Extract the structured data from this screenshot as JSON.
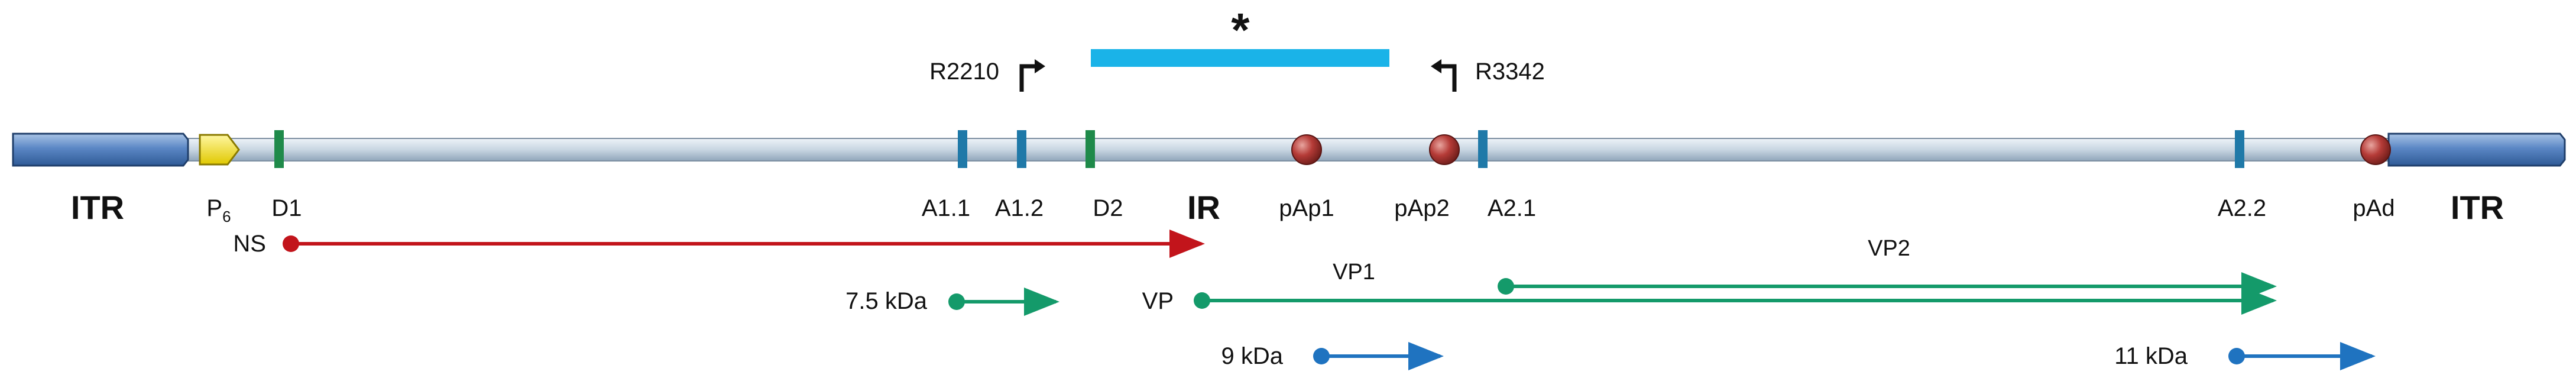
{
  "colors": {
    "itr": "#5b87c5",
    "backbone": "#c8d6e2",
    "promoter": "#f5e51d",
    "donor_site": "#1f8a4a",
    "acceptor_site": "#1f79a8",
    "polya_site": "#b53b37",
    "star_bar": "#1ab3e8",
    "ns_arrow": "#c2141b",
    "vp_arrow": "#149a6a",
    "small_arrow": "#1f73c0"
  },
  "icons": {
    "promoter": "promoter-arrow-icon",
    "primer": "primer-flag-icon",
    "polya": "polya-sphere-icon"
  },
  "marker": {
    "star": "*"
  },
  "primers": {
    "forward": "R2210",
    "reverse": "R3342"
  },
  "labels": {
    "itr_left": "ITR",
    "itr_right": "ITR",
    "promoter": "P",
    "promoter_sub": "6",
    "D1": "D1",
    "A1_1": "A1.1",
    "A1_2": "A1.2",
    "D2": "D2",
    "IR": "IR",
    "pAp1": "pAp1",
    "pAp2": "pAp2",
    "A2_1": "A2.1",
    "A2_2": "A2.2",
    "pAd": "pAd"
  },
  "transcripts": {
    "ns": "NS",
    "kda_7_5": "7.5 kDa",
    "vp": "VP",
    "vp1": "VP1",
    "vp2": "VP2",
    "kda_9": "9 kDa",
    "kda_11": "11 kDa"
  }
}
